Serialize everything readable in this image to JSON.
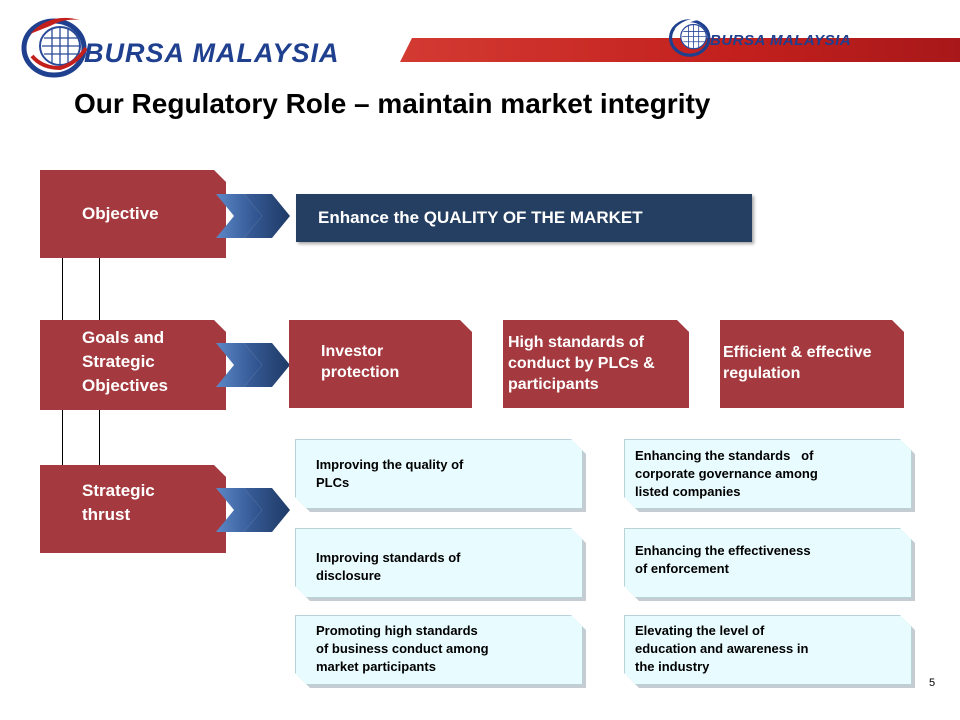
{
  "header": {
    "brand_left": "BURSA MALAYSIA",
    "brand_right": "BURSA MALAYSIA",
    "accent_color": "#c3201d"
  },
  "slide": {
    "title": "Our Regulatory Role – maintain market integrity",
    "page_number": "5"
  },
  "rows": {
    "objective": {
      "label": "Objective",
      "statement": "Enhance the QUALITY OF THE MARKET"
    },
    "goals": {
      "label_lines": [
        "Goals and",
        "Strategic",
        "Objectives"
      ],
      "items": [
        {
          "lines": [
            "Investor",
            "protection"
          ]
        },
        {
          "lines": [
            "High standards of",
            "conduct by PLCs &",
            "participants"
          ]
        },
        {
          "lines": [
            "Efficient & effective",
            "regulation"
          ]
        }
      ]
    },
    "thrust": {
      "label_lines": [
        "Strategic",
        "thrust"
      ],
      "items_left": [
        {
          "lines": [
            "Improving the quality of",
            "PLCs"
          ]
        },
        {
          "lines": [
            "Improving standards of",
            "disclosure"
          ]
        },
        {
          "lines": [
            "Promoting high standards",
            "of business conduct among",
            "market participants"
          ]
        }
      ],
      "items_right": [
        {
          "lines": [
            "Enhancing the standards   of",
            "corporate governance among",
            "listed companies"
          ]
        },
        {
          "lines": [
            "Enhancing the effectiveness",
            "of enforcement"
          ]
        },
        {
          "lines": [
            "Elevating the level of",
            "education and awareness in",
            "the industry"
          ]
        }
      ]
    }
  },
  "colors": {
    "box_red": "#a43a3f",
    "box_navy": "#243f61",
    "box_light": "#e8fbfe"
  }
}
